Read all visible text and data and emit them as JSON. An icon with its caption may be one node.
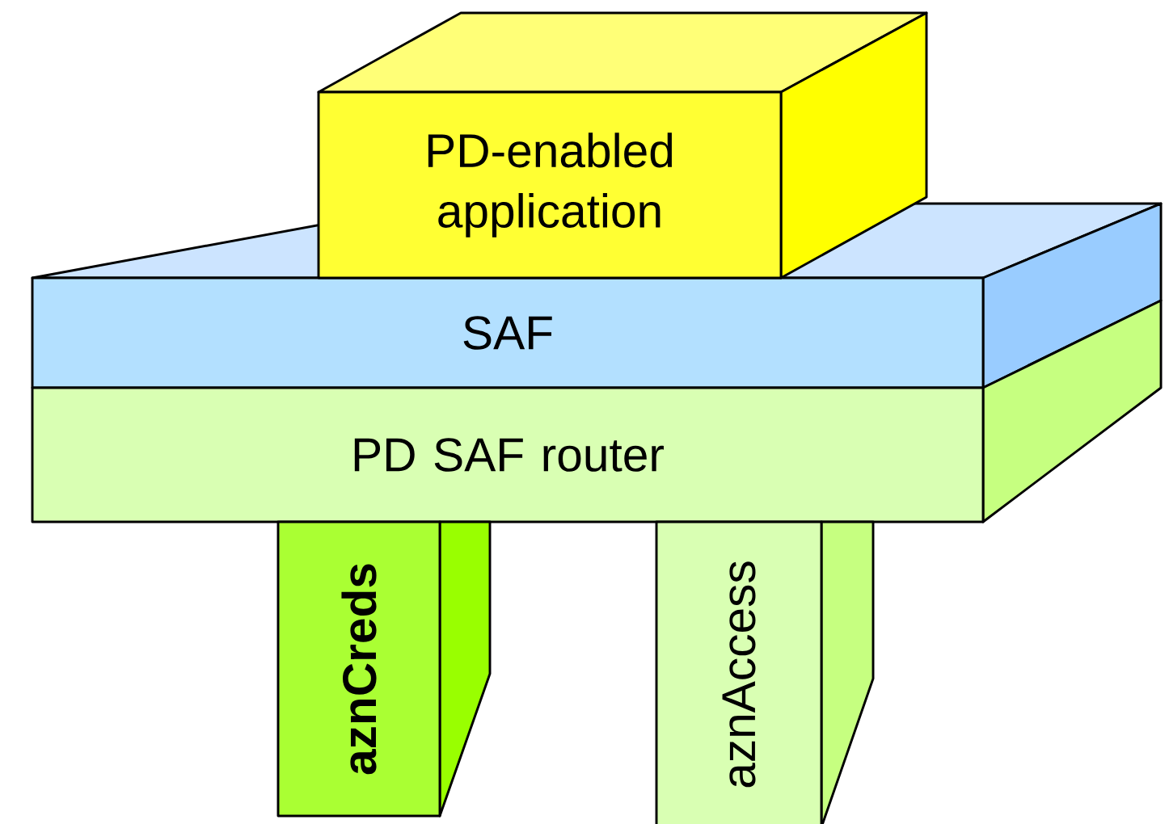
{
  "diagram": {
    "nodes": [
      {
        "text": [
          "PD-enabled application"
        ]
      },
      {
        "text": [
          "SAF"
        ]
      },
      {
        "text": [
          "PD SAF router"
        ]
      },
      {
        "text": [
          "aznCreds"
        ]
      },
      {
        "text": [
          "aznAccess"
        ]
      }
    ]
  }
}
